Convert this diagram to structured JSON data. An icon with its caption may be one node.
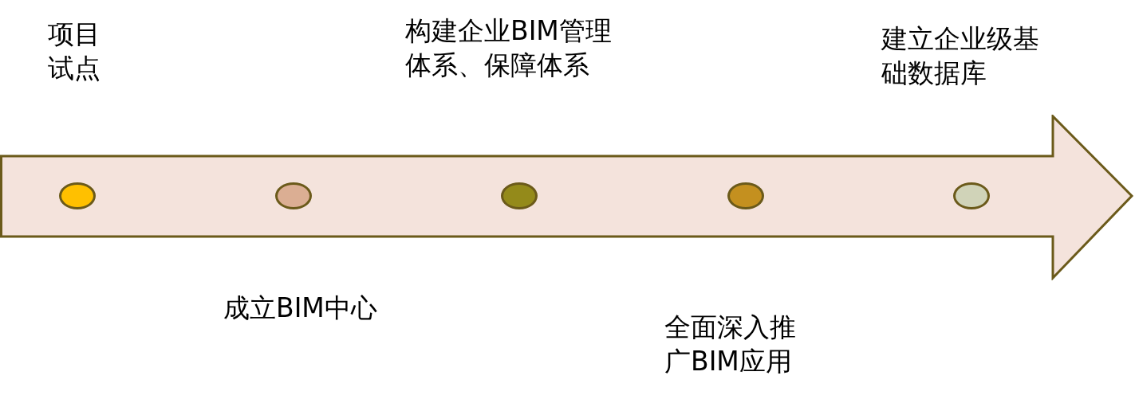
{
  "diagram": {
    "nodes": [
      {
        "text": [],
        "shape": "arrow"
      },
      {
        "text": [],
        "shape": "circle",
        "in": 0,
        "beside": [
          "项目试点"
        ]
      },
      {
        "text": [],
        "shape": "circle",
        "in": 0,
        "beside": [
          "成立BIM中心"
        ]
      },
      {
        "text": [],
        "shape": "circle",
        "in": 0,
        "beside": [
          "构建企业BIM管理体系、保障体系"
        ]
      },
      {
        "text": [],
        "shape": "circle",
        "in": 0,
        "beside": [
          "全面深入推广BIM应用"
        ]
      },
      {
        "text": [],
        "shape": "circle",
        "in": 0,
        "beside": [
          "建立企业级基础数据库"
        ]
      }
    ],
    "edges": []
  }
}
